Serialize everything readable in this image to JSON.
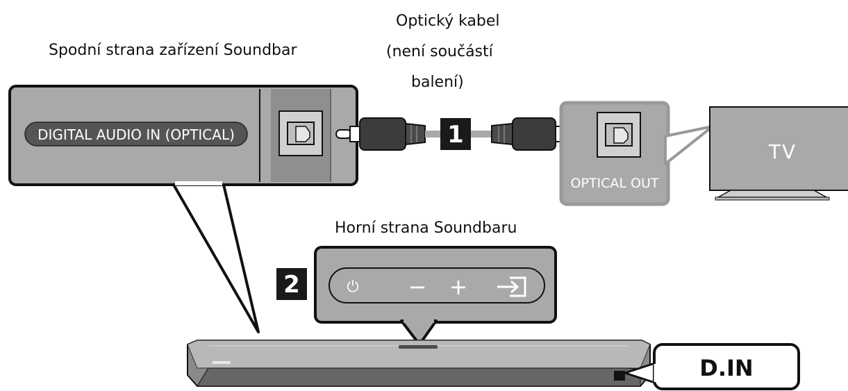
{
  "labels": {
    "soundbar_bottom": "Spodní strana zařízení Soundbar",
    "cable_line1": "Optický kabel",
    "cable_line2": "(není součástí",
    "cable_line3": "balení)",
    "soundbar_top": "Horní strana Soundbaru"
  },
  "port_panel": {
    "port_label": "DIGITAL AUDIO IN (OPTICAL)"
  },
  "tv_panel": {
    "port_label": "OPTICAL OUT",
    "device_label": "TV"
  },
  "steps": {
    "step1": "1",
    "step2": "2"
  },
  "control_panel": {
    "buttons": [
      {
        "icon": "power-icon",
        "glyph": "⏻"
      },
      {
        "icon": "volume-down-icon",
        "glyph": "−"
      },
      {
        "icon": "volume-up-icon",
        "glyph": "+"
      },
      {
        "icon": "source-icon",
        "glyph": "⇥"
      }
    ]
  },
  "display": {
    "text": "D.IN"
  },
  "colors": {
    "panel_gray": "#a9a9a9",
    "dark": "#2b2b2b",
    "outline": "#111111"
  }
}
